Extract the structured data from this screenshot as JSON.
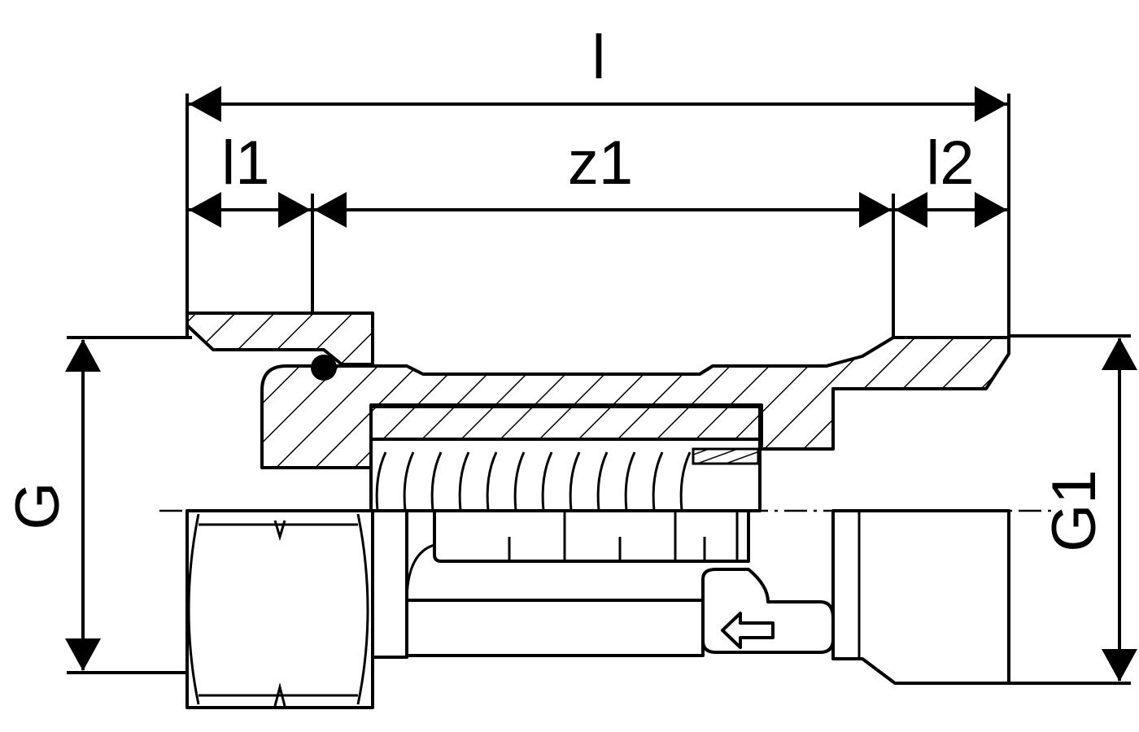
{
  "labels": {
    "overall_length": "l",
    "length_1": "l1",
    "body_length": "z1",
    "length_2": "l2",
    "thread_left": "G",
    "thread_right": "G1"
  },
  "colors": {
    "ink": "#000000",
    "paper": "#ffffff"
  }
}
